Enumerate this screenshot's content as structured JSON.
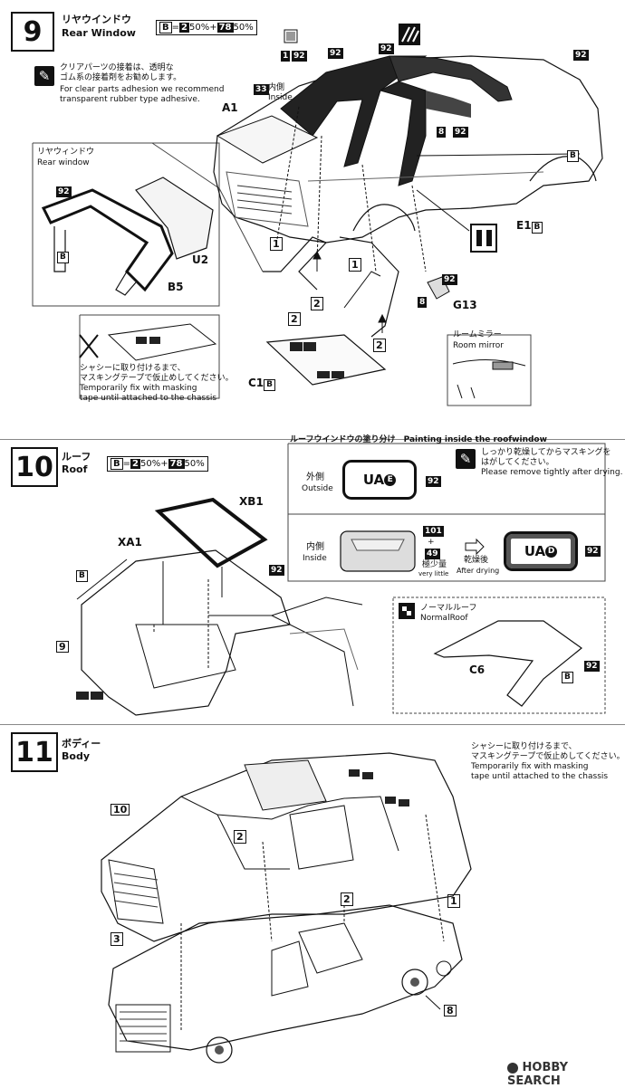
{
  "step9": {
    "number": "9",
    "title_jp": "リヤウインドウ",
    "title_en": "Rear Window",
    "paint": {
      "b": "B",
      "eq": "=",
      "c1": "2",
      "p1": "50%+",
      "c2": "78",
      "p2": "50%"
    },
    "adhesive_jp": "クリアパーツの接着は、透明な\nゴム系の接着剤をお勧めします。",
    "adhesive_en": "For clear parts adhesion we recommend\ntransparent rubber type adhesive.",
    "inset_jp": "リヤウィンドウ",
    "inset_en": "Rear window",
    "labels": {
      "c92a": "92",
      "b_inset": "B",
      "b5": "B5",
      "u2": "U2",
      "one": "1",
      "c92b": "92",
      "c92c": "92",
      "c92d": "92",
      "c33": "33",
      "inside_jp": "内側",
      "inside_en": "Inside",
      "a1": "A1",
      "eight": "8",
      "c92e": "92",
      "b_right": "B",
      "e1": "E1",
      "e1b": "B",
      "c92f": "92",
      "eight2": "8",
      "g13": "G13",
      "c1": "C1",
      "c1b": "B",
      "num1a": "1",
      "num1b": "1",
      "num2a": "2",
      "num2b": "2",
      "num2c": "2"
    },
    "mirror_jp": "ルームミラー",
    "mirror_en": "Room mirror",
    "mask_jp": "シャシーに取り付けるまで、\nマスキングテープで仮止めしてください。",
    "mask_en": "Temporarily fix with masking\ntape until attached to the chassis"
  },
  "step10": {
    "number": "10",
    "title_jp": "ルーフ",
    "title_en": "Roof",
    "paint": {
      "b": "B",
      "eq": "=",
      "c1": "2",
      "p1": "50%+",
      "c2": "78",
      "p2": "50%"
    },
    "labels": {
      "xb1": "XB1",
      "xa1": "XA1",
      "b": "B",
      "c92": "92",
      "nine": "9"
    },
    "painting_title_jp": "ルーフウインドウの塗り分け",
    "painting_title_en": "Painting inside the roofwindow",
    "dry_jp": "しっかり乾燥してからマスキングを\nはがしてください。",
    "dry_en": "Please remove tightly after drying.",
    "outside_jp": "外側",
    "outside_en": "Outside",
    "inside_jp": "内側",
    "inside_en": "Inside",
    "ua_e": "UA",
    "ua_e_mark": "E",
    "ua_d": "UA",
    "ua_d_mark": "D",
    "c92_outside": "92",
    "c92_inside": "92",
    "c101": "101",
    "plus": "+",
    "c49": "49",
    "little_jp": "極少量",
    "little_en": "very little",
    "after_dry_jp": "乾燥後",
    "after_dry_en": "After drying",
    "normal_roof_jp": "ノーマルルーフ",
    "normal_roof_en": "NormalRoof",
    "c6": "C6",
    "b_normal": "B",
    "c92_normal": "92"
  },
  "step11": {
    "number": "11",
    "title_jp": "ボディー",
    "title_en": "Body",
    "mask_jp": "シャシーに取り付けるまで、\nマスキングテープで仮止めしてください。",
    "mask_en": "Temporarily fix with masking\ntape until attached to the chassis",
    "labels": {
      "ten": "10",
      "two_a": "2",
      "two_b": "2",
      "one": "1",
      "three": "3",
      "eight": "8"
    }
  },
  "watermark": {
    "text": "HOBBY SEARCH"
  }
}
